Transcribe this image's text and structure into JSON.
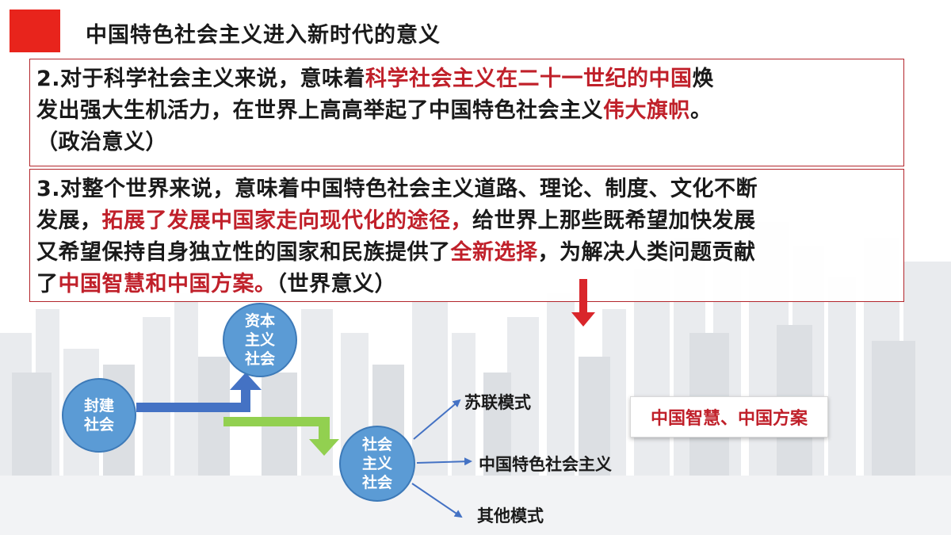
{
  "title": "中国特色社会主义进入新时代的意义",
  "paragraph2": {
    "line1_a": "2.对于科学社会主义来说，意味着",
    "line1_b": "科学社会主义在二十一世纪的中国",
    "line1_c": "焕",
    "line2_a": "发出强大生机活力，在世界上高高举起了中国特色社会主义",
    "line2_b": "伟大旗帜",
    "line2_c": "。",
    "line3": "（政治意义）"
  },
  "paragraph3": {
    "line1": "3.对整个世界来说，意味着中国特色社会主义道路、理论、制度、文化不断",
    "line2_a": "发展，",
    "line2_b": "拓展了发展中国家走向现代化的途径，",
    "line2_c": "给世界上那些既希望加快发展",
    "line3_a": "又希望保持自身独立性的国家和民族提供了",
    "line3_b": "全新选择",
    "line3_c": "，为解决人类问题贡献",
    "line4_a": "了",
    "line4_b": "中国智慧和中国方案。",
    "line4_c": "（世界意义）"
  },
  "diagram": {
    "feudal": [
      "封建",
      "社会"
    ],
    "capitalist": [
      "资本",
      "主义",
      "社会"
    ],
    "socialist": [
      "社会",
      "主义",
      "社会"
    ],
    "branch_soviet": "苏联模式",
    "branch_china": "中国特色社会主义",
    "branch_other": "其他模式",
    "wisdom_label": "中国智慧、中国方案"
  },
  "colors": {
    "accent_red": "#c0202a",
    "title_block_red": "#e8241c",
    "circle_blue": "#5b9bd5",
    "arrow_blue": "#4472c4",
    "arrow_green": "#92d050",
    "down_arrow_red": "#d9262b"
  }
}
